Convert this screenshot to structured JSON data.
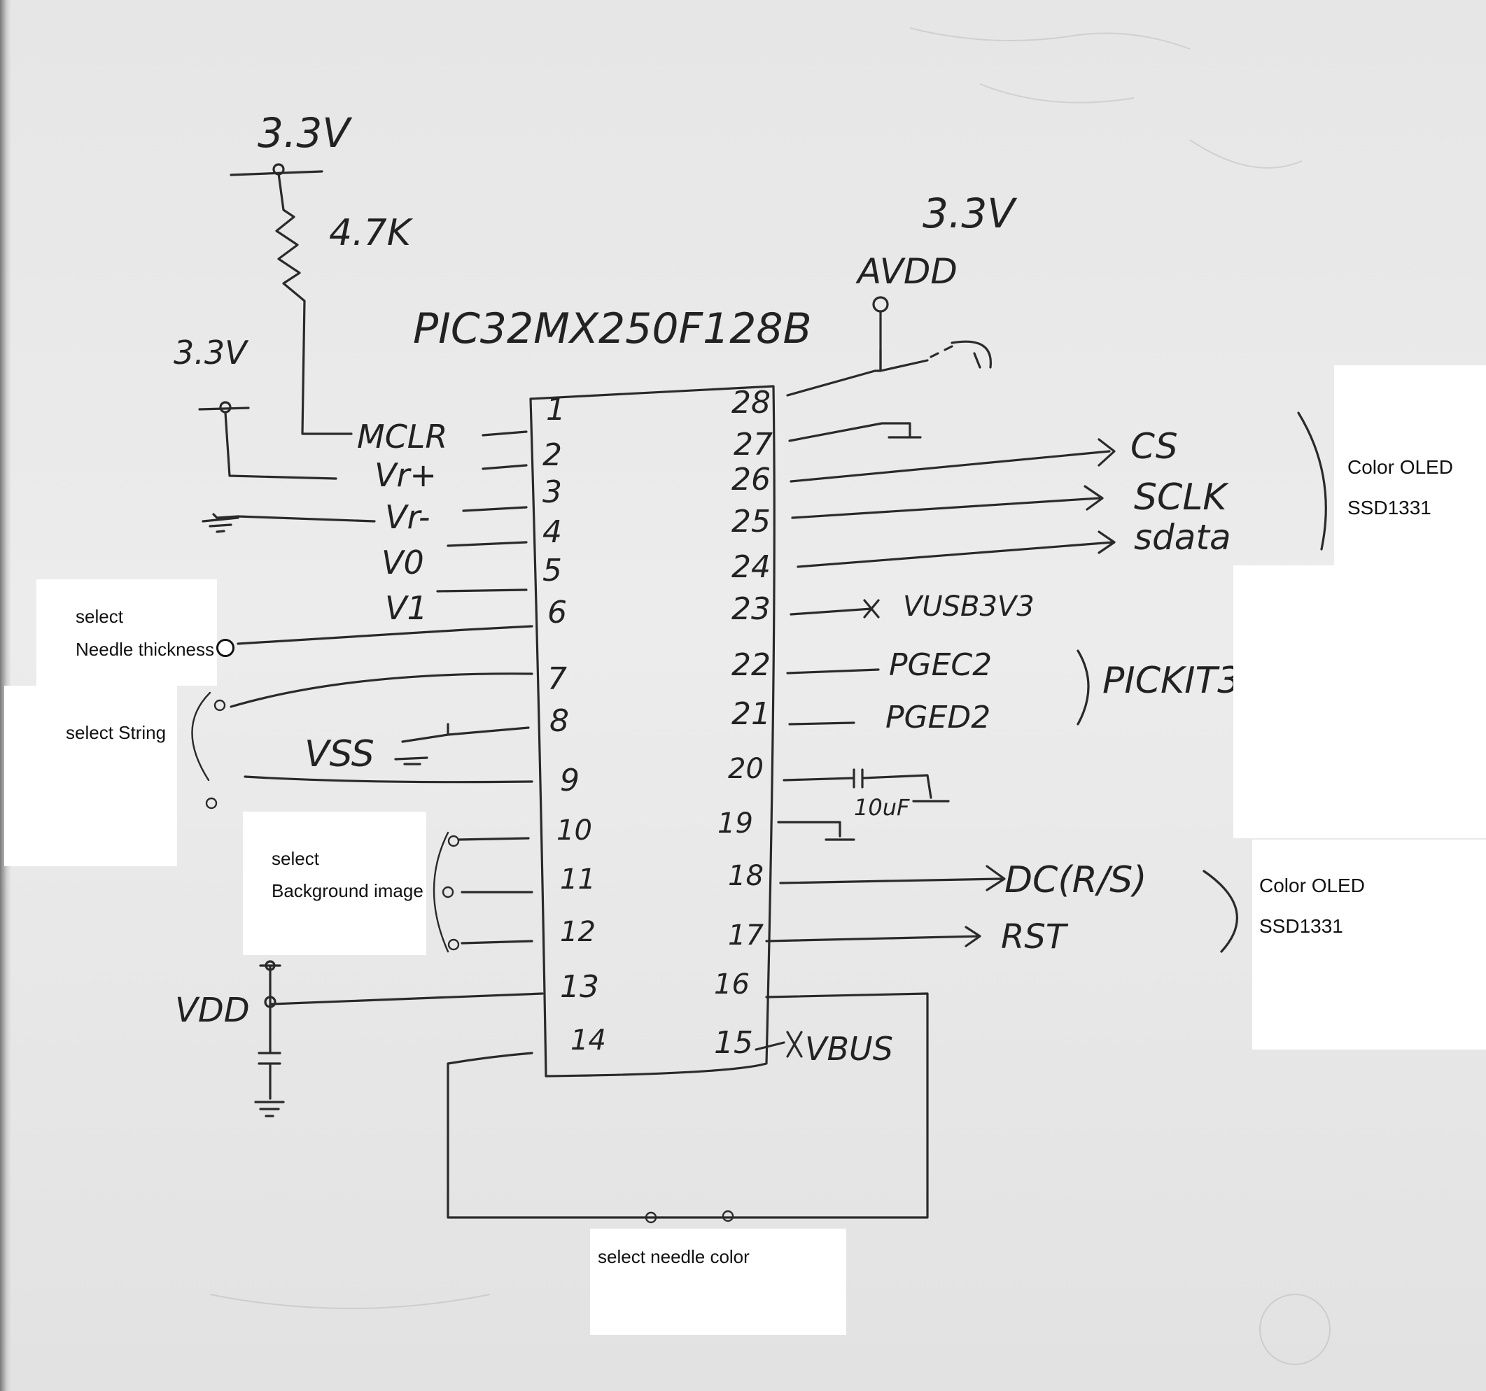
{
  "schematic": {
    "chip_name": "PIC32MX250F128B",
    "supply_labels": {
      "top_left": "3.3V",
      "resistor": "4.7K",
      "left_mid": "3.3V",
      "top_right": "3.3V",
      "avdd": "AVDD",
      "vdd": "VDD",
      "vss": "VSS"
    },
    "pins_left": [
      {
        "num": "1",
        "signal": "MCLR"
      },
      {
        "num": "2",
        "signal": "Vr+"
      },
      {
        "num": "3",
        "signal": "Vr-"
      },
      {
        "num": "4",
        "signal": "V0"
      },
      {
        "num": "5",
        "signal": ""
      },
      {
        "num": "6",
        "signal": "V1"
      },
      {
        "num": "7",
        "signal": ""
      },
      {
        "num": "8",
        "signal": ""
      },
      {
        "num": "9",
        "signal": ""
      },
      {
        "num": "10",
        "signal": ""
      },
      {
        "num": "11",
        "signal": ""
      },
      {
        "num": "12",
        "signal": ""
      },
      {
        "num": "13",
        "signal": ""
      },
      {
        "num": "14",
        "signal": ""
      }
    ],
    "pins_right": [
      {
        "num": "28",
        "signal": ""
      },
      {
        "num": "27",
        "signal": ""
      },
      {
        "num": "26",
        "signal": "CS"
      },
      {
        "num": "25",
        "signal": "SCLK"
      },
      {
        "num": "24",
        "signal": "sdata"
      },
      {
        "num": "23",
        "signal": "VUSB3V3"
      },
      {
        "num": "22",
        "signal": "PGEC2"
      },
      {
        "num": "21",
        "signal": "PGED2"
      },
      {
        "num": "20",
        "signal": "10uF"
      },
      {
        "num": "19",
        "signal": ""
      },
      {
        "num": "18",
        "signal": "DC(R/S)"
      },
      {
        "num": "17",
        "signal": "RST"
      },
      {
        "num": "16",
        "signal": ""
      },
      {
        "num": "15",
        "signal": "VBUS"
      }
    ],
    "pickit": "PICKIT3"
  },
  "annotations": {
    "needle_thickness": {
      "line1": "select",
      "line2": "Needle thickness"
    },
    "string": {
      "line1": "select String"
    },
    "background": {
      "line1": "select",
      "line2": "Background image"
    },
    "needle_color": {
      "line1": "select needle color"
    },
    "oled_top": {
      "line1": "Color OLED",
      "line2": "SSD1331"
    },
    "oled_bottom": {
      "line1": "Color OLED",
      "line2": "SSD1331"
    }
  }
}
